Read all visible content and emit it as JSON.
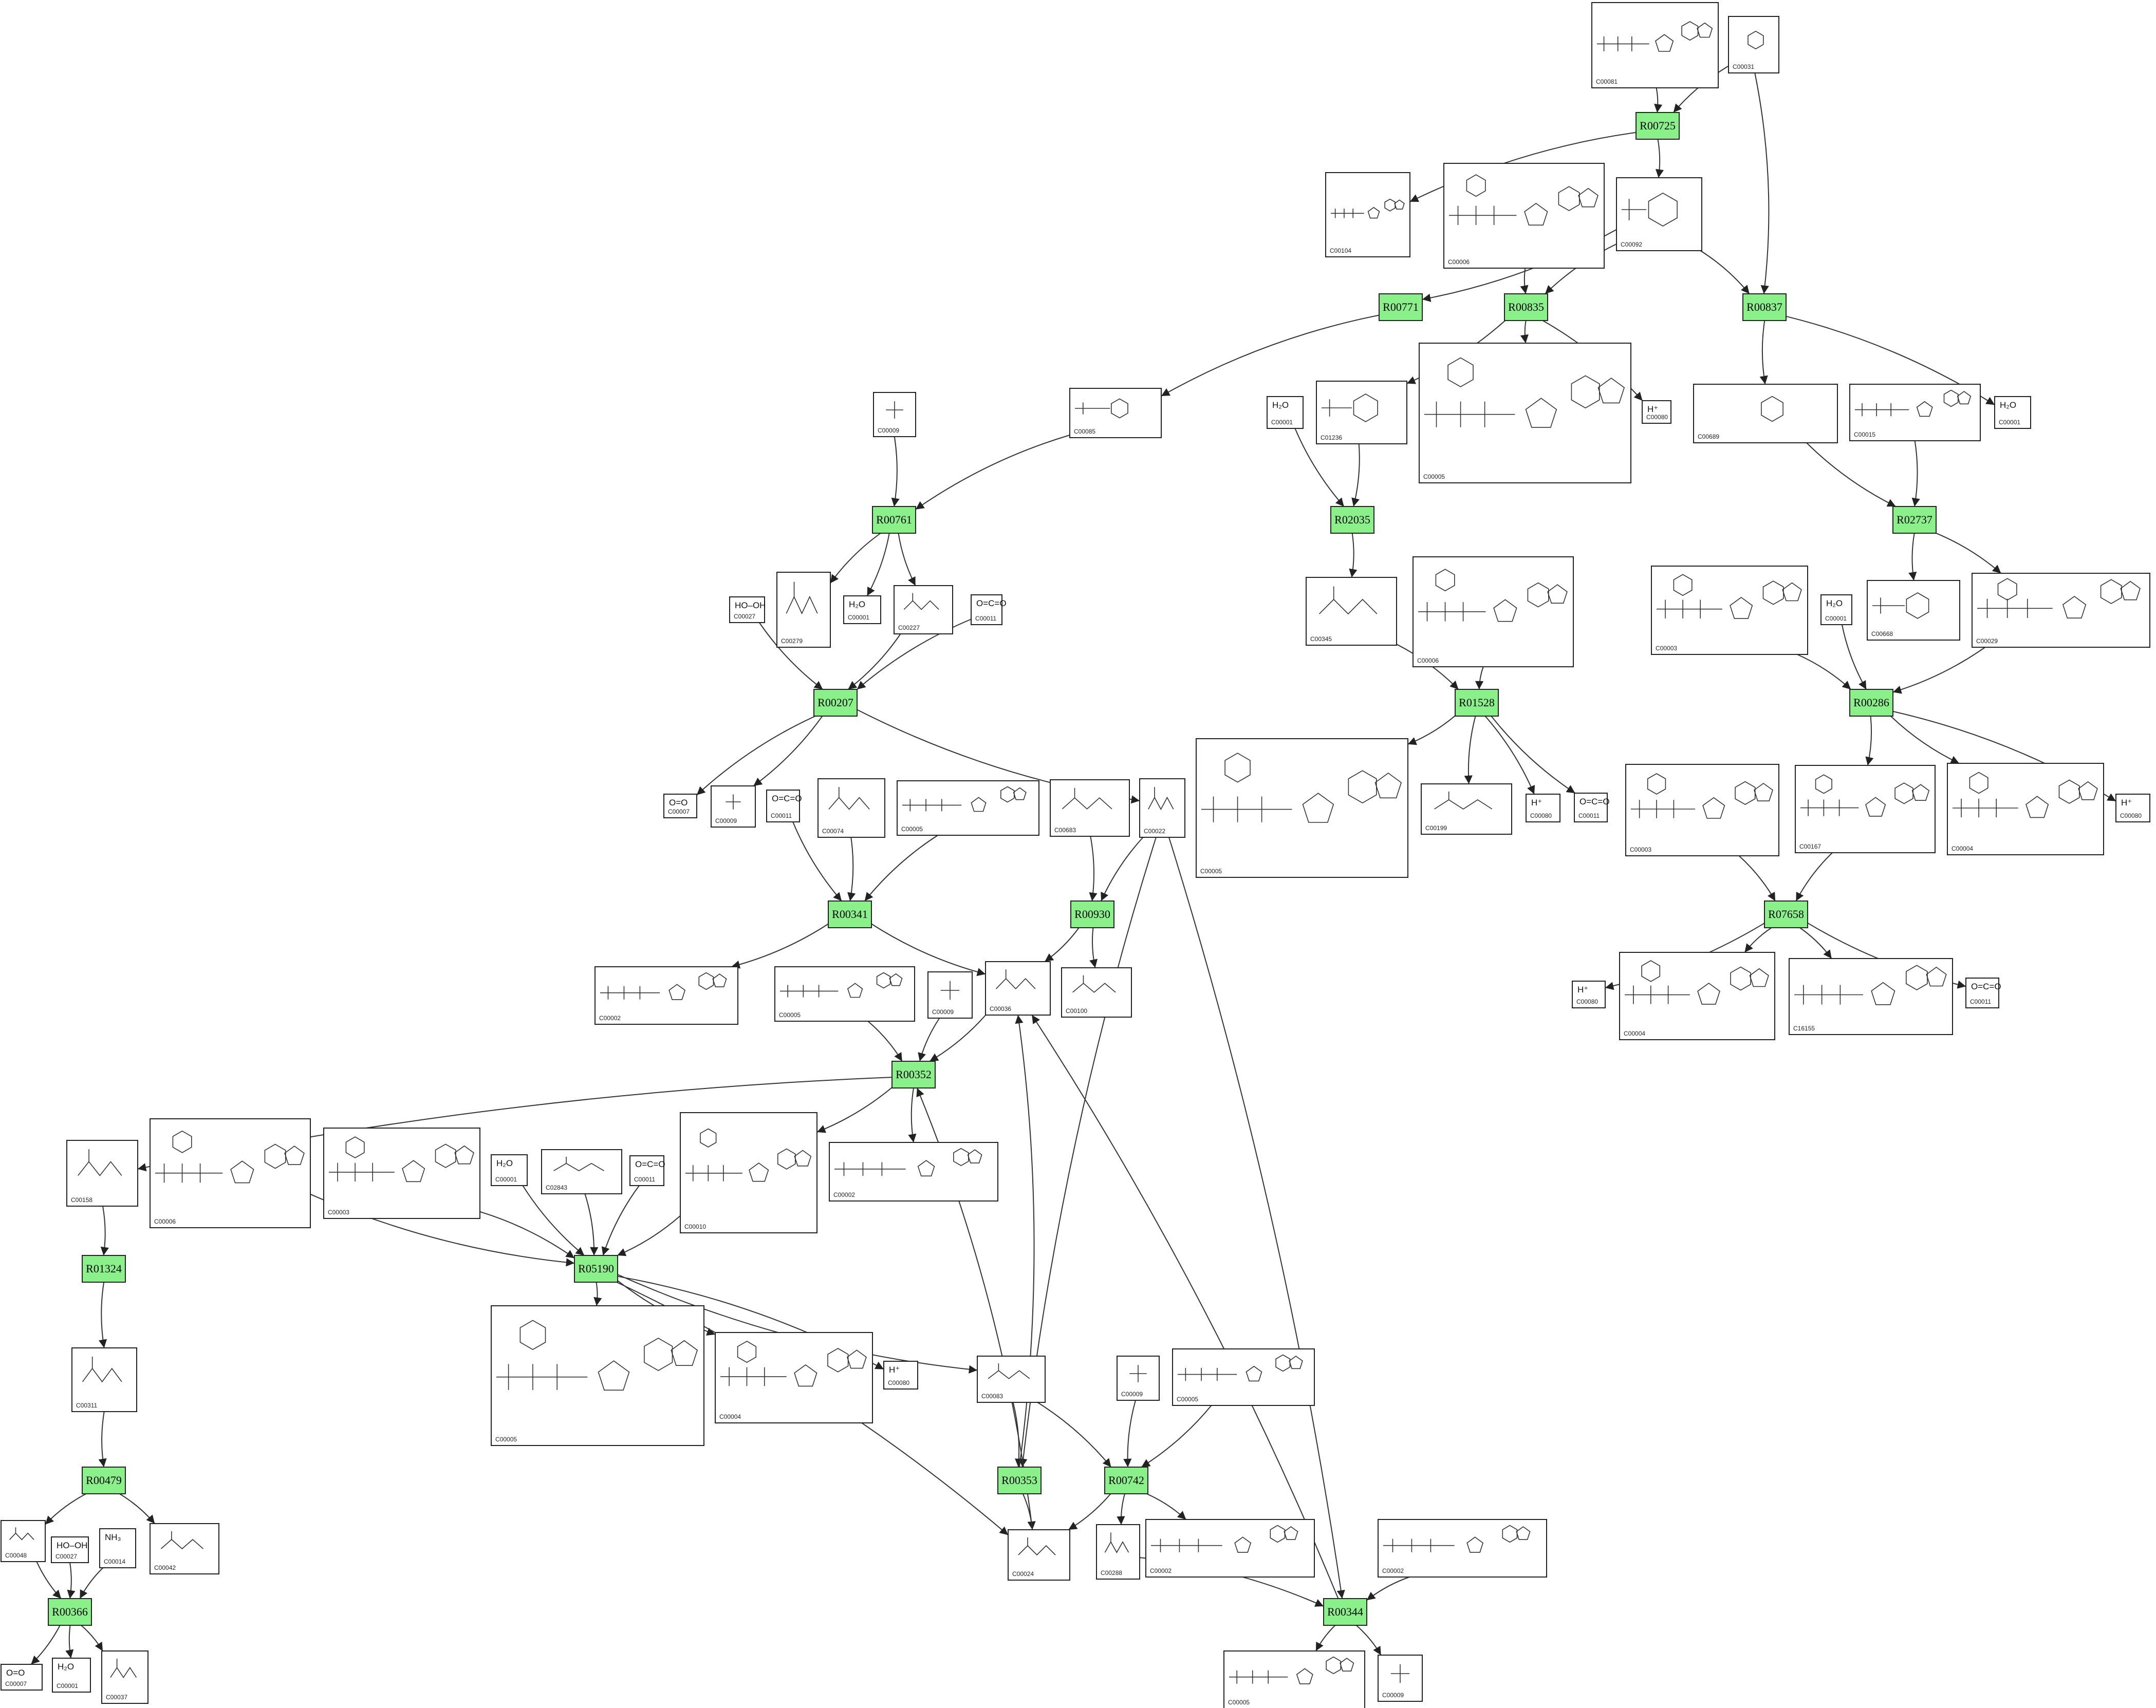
{
  "colors": {
    "reaction_fill": "#8af08a",
    "box_stroke": "#222222",
    "edge": "#333333",
    "background": "#ffffff"
  },
  "reactions": [
    {
      "id": "r_R00725",
      "label": "R00725"
    },
    {
      "id": "r_R00771",
      "label": "R00771"
    },
    {
      "id": "r_R00835",
      "label": "R00835"
    },
    {
      "id": "r_R00837",
      "label": "R00837"
    },
    {
      "id": "r_R00761",
      "label": "R00761"
    },
    {
      "id": "r_R02035",
      "label": "R02035"
    },
    {
      "id": "r_R02737",
      "label": "R02737"
    },
    {
      "id": "r_R00207",
      "label": "R00207"
    },
    {
      "id": "r_R01528",
      "label": "R01528"
    },
    {
      "id": "r_R00286",
      "label": "R00286"
    },
    {
      "id": "r_R00341",
      "label": "R00341"
    },
    {
      "id": "r_R00930",
      "label": "R00930"
    },
    {
      "id": "r_R07658",
      "label": "R07658"
    },
    {
      "id": "r_R00352",
      "label": "R00352"
    },
    {
      "id": "r_R01324",
      "label": "R01324"
    },
    {
      "id": "r_R05190",
      "label": "R05190"
    },
    {
      "id": "r_R00479",
      "label": "R00479"
    },
    {
      "id": "r_R00353",
      "label": "R00353"
    },
    {
      "id": "r_R00742",
      "label": "R00742"
    },
    {
      "id": "r_R00366",
      "label": "R00366"
    },
    {
      "id": "r_R00344",
      "label": "R00344"
    }
  ],
  "compounds": [
    {
      "id": "c_C00081",
      "label": "C00081",
      "kind": "nucleotide"
    },
    {
      "id": "c_C00031",
      "label": "C00031",
      "kind": "sugar"
    },
    {
      "id": "c_C00104",
      "label": "C00104",
      "kind": "nucleotide"
    },
    {
      "id": "c_C00006_a",
      "label": "C00006",
      "kind": "cofactor"
    },
    {
      "id": "c_C00092",
      "label": "C00092",
      "kind": "sugarphos"
    },
    {
      "id": "c_C00085",
      "label": "C00085",
      "kind": "sugarphos"
    },
    {
      "id": "c_C00009_a",
      "label": "C00009",
      "kind": "phosphate"
    },
    {
      "id": "c_C00001_a",
      "label": "C00001",
      "kind": "water",
      "text": "H₂O"
    },
    {
      "id": "c_C01236",
      "label": "C01236",
      "kind": "sugarphos"
    },
    {
      "id": "c_C00005_a",
      "label": "C00005",
      "kind": "cofactor"
    },
    {
      "id": "c_C00080_a",
      "label": "C00080",
      "kind": "proton",
      "text": "H⁺"
    },
    {
      "id": "c_C00689",
      "label": "C00689",
      "kind": "sugar"
    },
    {
      "id": "c_C00015",
      "label": "C00015",
      "kind": "nucleotide"
    },
    {
      "id": "c_C00001_b",
      "label": "C00001",
      "kind": "water",
      "text": "H₂O"
    },
    {
      "id": "c_C00279",
      "label": "C00279",
      "kind": "chain"
    },
    {
      "id": "c_C00001_c",
      "label": "C00001",
      "kind": "water",
      "text": "H₂O"
    },
    {
      "id": "c_C00227",
      "label": "C00227",
      "kind": "chain"
    },
    {
      "id": "c_C00027_a",
      "label": "C00027",
      "kind": "small",
      "text": "HO–OH"
    },
    {
      "id": "c_C00011_a",
      "label": "C00011",
      "kind": "small",
      "text": "O=C=O"
    },
    {
      "id": "c_C00345",
      "label": "C00345",
      "kind": "chain"
    },
    {
      "id": "c_C00006_b",
      "label": "C00006",
      "kind": "cofactor"
    },
    {
      "id": "c_C00003_a",
      "label": "C00003",
      "kind": "cofactor"
    },
    {
      "id": "c_C00001_d",
      "label": "C00001",
      "kind": "water",
      "text": "H₂O"
    },
    {
      "id": "c_C00668",
      "label": "C00668",
      "kind": "sugarphos"
    },
    {
      "id": "c_C00029",
      "label": "C00029",
      "kind": "cofactor"
    },
    {
      "id": "c_C00007_a",
      "label": "C00007",
      "kind": "small",
      "text": "O=O"
    },
    {
      "id": "c_C00009_b",
      "label": "C00009",
      "kind": "phosphate"
    },
    {
      "id": "c_C00011_b",
      "label": "C00011",
      "kind": "small",
      "text": "O=C=O"
    },
    {
      "id": "c_C00074",
      "label": "C00074",
      "kind": "chain"
    },
    {
      "id": "c_C00005_b",
      "label": "C00005",
      "kind": "nucleotide"
    },
    {
      "id": "c_C00683",
      "label": "C00683",
      "kind": "coa"
    },
    {
      "id": "c_C00022",
      "label": "C00022",
      "kind": "chain"
    },
    {
      "id": "c_C00005_c",
      "label": "C00005",
      "kind": "cofactor"
    },
    {
      "id": "c_C00199",
      "label": "C00199",
      "kind": "chain"
    },
    {
      "id": "c_C00080_b",
      "label": "C00080",
      "kind": "proton",
      "text": "H⁺"
    },
    {
      "id": "c_C00011_c",
      "label": "C00011",
      "kind": "small",
      "text": "O=C=O"
    },
    {
      "id": "c_C00003_b",
      "label": "C00003",
      "kind": "cofactor"
    },
    {
      "id": "c_C00167",
      "label": "C00167",
      "kind": "cofactor"
    },
    {
      "id": "c_C00004_a",
      "label": "C00004",
      "kind": "cofactor"
    },
    {
      "id": "c_C00080_c",
      "label": "C00080",
      "kind": "proton",
      "text": "H⁺"
    },
    {
      "id": "c_C00002_a",
      "label": "C00002",
      "kind": "nucleotide"
    },
    {
      "id": "c_C00005_d",
      "label": "C00005",
      "kind": "nucleotide"
    },
    {
      "id": "c_C00009_c",
      "label": "C00009",
      "kind": "phosphate"
    },
    {
      "id": "c_C00036",
      "label": "C00036",
      "kind": "chain"
    },
    {
      "id": "c_C00100",
      "label": "C00100",
      "kind": "coa"
    },
    {
      "id": "c_C00080_d",
      "label": "C00080",
      "kind": "proton",
      "text": "H⁺"
    },
    {
      "id": "c_C00004_b",
      "label": "C00004",
      "kind": "cofactor"
    },
    {
      "id": "c_C16155",
      "label": "C16155",
      "kind": "nucleotide"
    },
    {
      "id": "c_C00011_d",
      "label": "C00011",
      "kind": "small",
      "text": "O=C=O"
    },
    {
      "id": "c_C00158",
      "label": "C00158",
      "kind": "chain"
    },
    {
      "id": "c_C00006_c",
      "label": "C00006",
      "kind": "cofactor"
    },
    {
      "id": "c_C00003_c",
      "label": "C00003",
      "kind": "cofactor"
    },
    {
      "id": "c_C00001_e",
      "label": "C00001",
      "kind": "water",
      "text": "H₂O"
    },
    {
      "id": "c_C02843",
      "label": "C02843",
      "kind": "coa"
    },
    {
      "id": "c_C00011_e",
      "label": "C00011",
      "kind": "small",
      "text": "O=C=O"
    },
    {
      "id": "c_C00010",
      "label": "C00010",
      "kind": "cofactor"
    },
    {
      "id": "c_C00002_b",
      "label": "C00002",
      "kind": "nucleotide"
    },
    {
      "id": "c_C00311",
      "label": "C00311",
      "kind": "chain"
    },
    {
      "id": "c_C00005_e",
      "label": "C00005",
      "kind": "cofactor"
    },
    {
      "id": "c_C00004_c",
      "label": "C00004",
      "kind": "cofactor"
    },
    {
      "id": "c_C00080_e",
      "label": "C00080",
      "kind": "proton",
      "text": "H⁺"
    },
    {
      "id": "c_C00083",
      "label": "C00083",
      "kind": "coa"
    },
    {
      "id": "c_C00009_d",
      "label": "C00009",
      "kind": "phosphate"
    },
    {
      "id": "c_C00005_f",
      "label": "C00005",
      "kind": "nucleotide"
    },
    {
      "id": "c_C00048",
      "label": "C00048",
      "kind": "chain"
    },
    {
      "id": "c_C00027_b",
      "label": "C00027",
      "kind": "small",
      "text": "HO–OH"
    },
    {
      "id": "c_C00014",
      "label": "C00014",
      "kind": "small",
      "text": "NH₃"
    },
    {
      "id": "c_C00042",
      "label": "C00042",
      "kind": "chain"
    },
    {
      "id": "c_C00024",
      "label": "C00024",
      "kind": "coa"
    },
    {
      "id": "c_C00288",
      "label": "C00288",
      "kind": "chain"
    },
    {
      "id": "c_C00002_c",
      "label": "C00002",
      "kind": "nucleotide"
    },
    {
      "id": "c_C00002_d",
      "label": "C00002",
      "kind": "nucleotide"
    },
    {
      "id": "c_C00007_b",
      "label": "C00007",
      "kind": "small",
      "text": "O=O"
    },
    {
      "id": "c_C00001_f",
      "label": "C00001",
      "kind": "water",
      "text": "H₂O"
    },
    {
      "id": "c_C00037",
      "label": "C00037",
      "kind": "chain"
    },
    {
      "id": "c_C00005_g",
      "label": "C00005",
      "kind": "nucleotide"
    },
    {
      "id": "c_C00009_e",
      "label": "C00009",
      "kind": "phosphate"
    }
  ]
}
